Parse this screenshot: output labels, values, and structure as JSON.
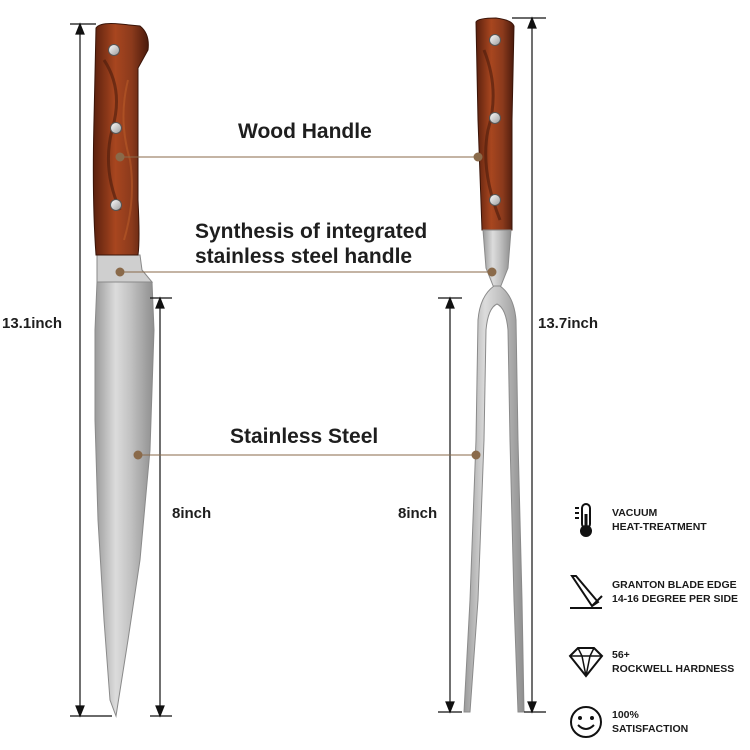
{
  "callouts": {
    "wood_handle": "Wood Handle",
    "synthesis_line1": "Synthesis of integrated",
    "synthesis_line2": "stainless steel handle",
    "stainless_steel": "Stainless Steel"
  },
  "dimensions": {
    "knife_total": "13.1inch",
    "fork_total": "13.7inch",
    "knife_blade": "8inch",
    "fork_tines": "8inch"
  },
  "features": [
    {
      "icon": "thermometer-icon",
      "line1": "VACUUM",
      "line2": "HEAT-TREATMENT"
    },
    {
      "icon": "knife-edge-icon",
      "line1": "GRANTON BLADE EDGE",
      "line2": "14-16 DEGREE PER SIDE"
    },
    {
      "icon": "diamond-icon",
      "line1": "56+",
      "line2": "ROCKWELL HARDNESS"
    },
    {
      "icon": "smiley-icon",
      "line1": "100%",
      "line2": "SATISFACTION"
    }
  ],
  "colors": {
    "wood": "#8b3a1c",
    "wood_dark": "#4a1a0c",
    "steel": "#c9c9c9",
    "leader": "#8a6a4a"
  }
}
